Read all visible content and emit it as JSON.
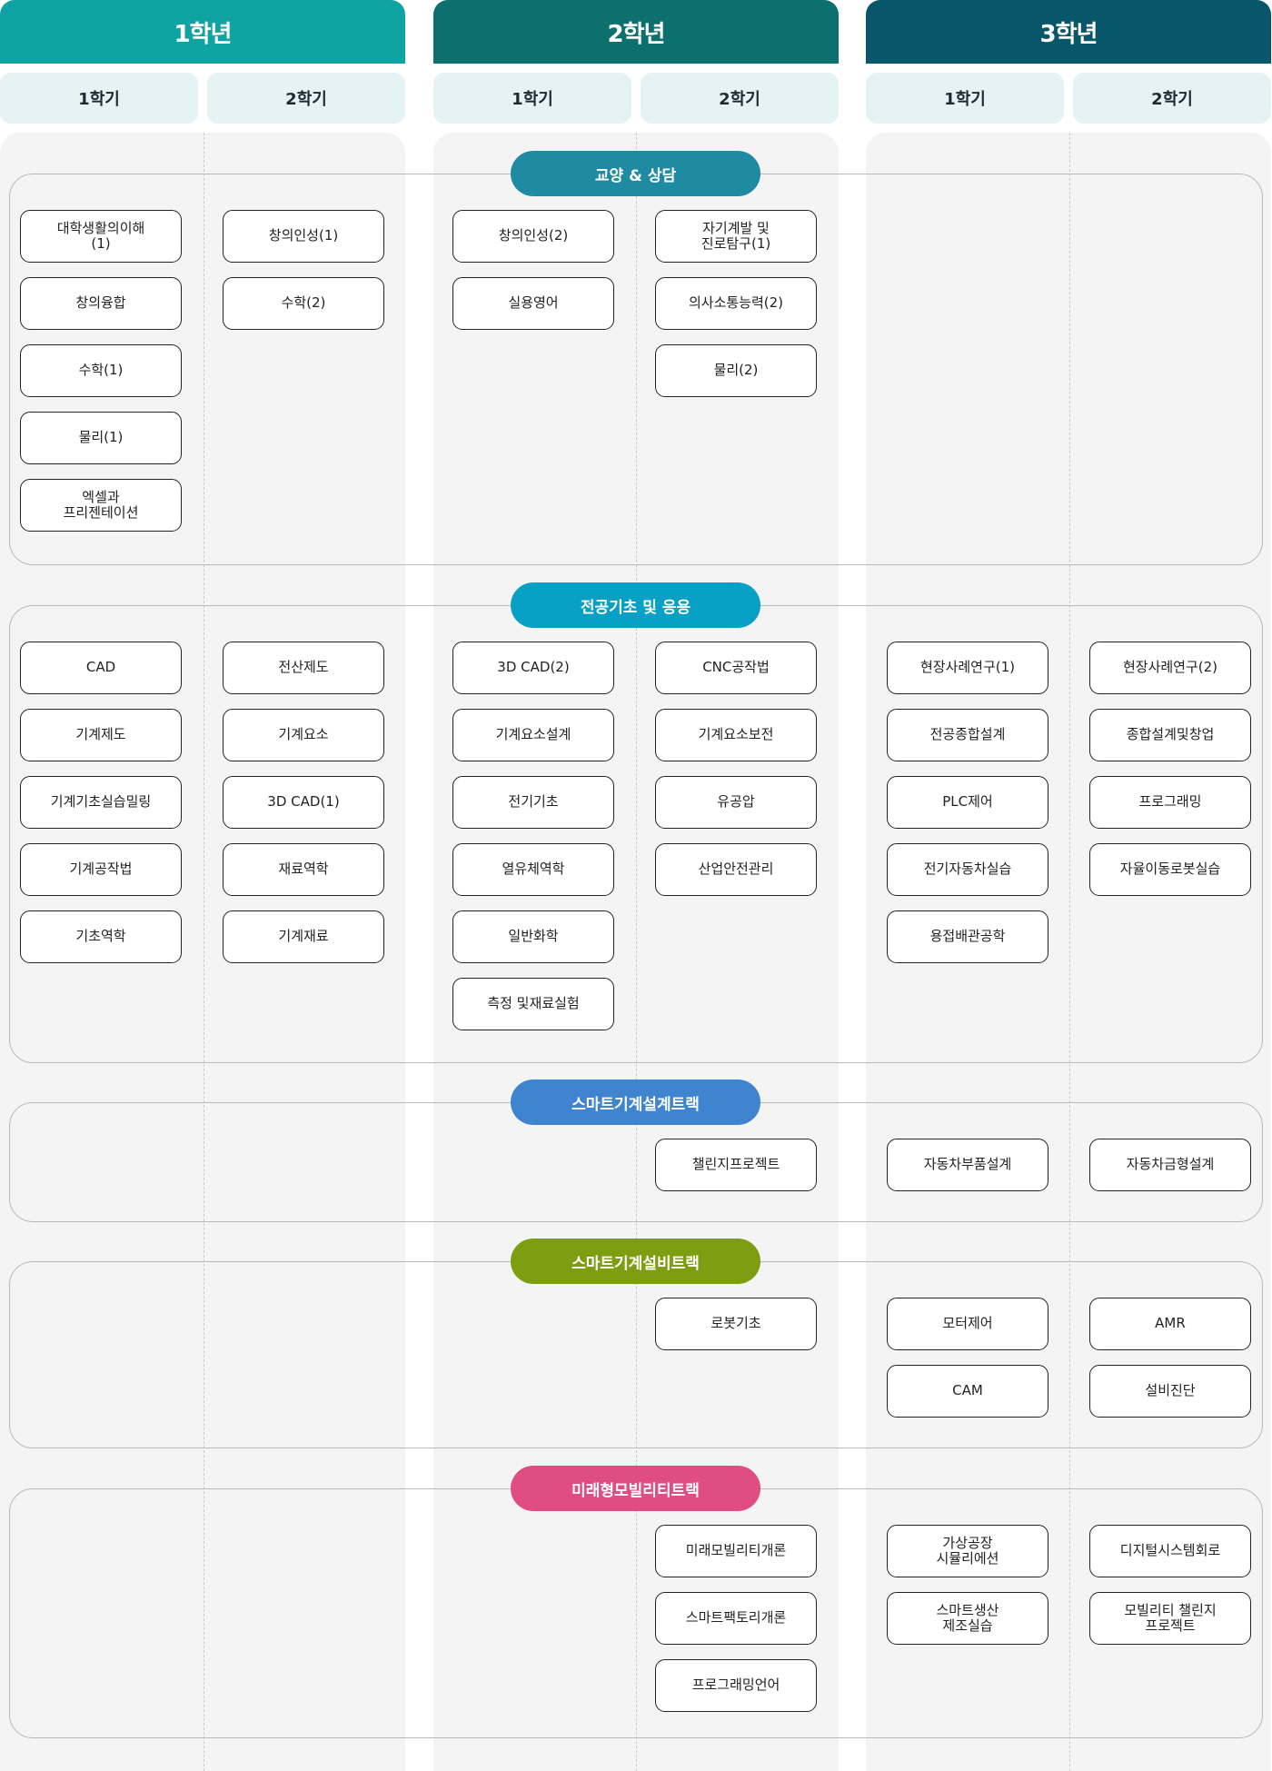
{
  "years": [
    "1학년",
    "2학년",
    "3학년"
  ],
  "semesters": [
    "1학기",
    "2학기",
    "1학기",
    "2학기",
    "1학기",
    "2학기"
  ],
  "colors": {
    "year1": "#0fa3a3",
    "year2": "#0c706e",
    "year3": "#08566a",
    "general": "#1e8ba3",
    "major": "#08a0c5",
    "design_track": "#3e84cf",
    "equipment_track": "#7e9e12",
    "mobility_track": "#e04d83"
  },
  "sections": [
    {
      "label": "교양 & 상담",
      "columns": [
        [
          "대학생활의이해\n(1)",
          "창의융합",
          "수학(1)",
          "물리(1)",
          "엑셀과\n프리젠테이션"
        ],
        [
          "창의인성(1)",
          "수학(2)"
        ],
        [
          "창의인성(2)",
          "실용영어"
        ],
        [
          "자기계발 및\n진로탐구(1)",
          "의사소통능력(2)",
          "물리(2)"
        ],
        [],
        []
      ]
    },
    {
      "label": "전공기초 및 응용",
      "columns": [
        [
          "CAD",
          "기계제도",
          "기계기초실습밀링",
          "기계공작법",
          "기초역학"
        ],
        [
          "전산제도",
          "기계요소",
          "3D CAD(1)",
          "재료역학",
          "기계재료"
        ],
        [
          "3D CAD(2)",
          "기계요소설계",
          "전기기초",
          "열유체역학",
          "일반화학",
          "측정 및재료실험"
        ],
        [
          "CNC공작법",
          "기계요소보전",
          "유공압",
          "산업안전관리"
        ],
        [
          "현장사례연구(1)",
          "전공종합설계",
          "PLC제어",
          "전기자동차실습",
          "용접배관공학"
        ],
        [
          "현장사례연구(2)",
          "종합설계및창업",
          "프로그래밍",
          "자율이동로봇실습"
        ]
      ]
    },
    {
      "label": "스마트기계설계트랙",
      "columns": [
        [],
        [],
        [],
        [
          "챌린지프로젝트"
        ],
        [
          "자동차부품설계"
        ],
        [
          "자동차금형설계"
        ]
      ]
    },
    {
      "label": "스마트기계설비트랙",
      "columns": [
        [],
        [],
        [],
        [
          "로봇기초"
        ],
        [
          "모터제어",
          "CAM"
        ],
        [
          "AMR",
          "설비진단"
        ]
      ]
    },
    {
      "label": "미래형모빌리티트랙",
      "columns": [
        [],
        [],
        [],
        [
          "미래모빌리티개론",
          "스마트팩토리개론",
          "프로그래밍언어"
        ],
        [
          "가상공장\n시뮬리에션",
          "스마트생산\n제조실습"
        ],
        [
          "디지털시스템회로",
          "모빌리티 챌린지\n프로젝트"
        ]
      ]
    }
  ]
}
